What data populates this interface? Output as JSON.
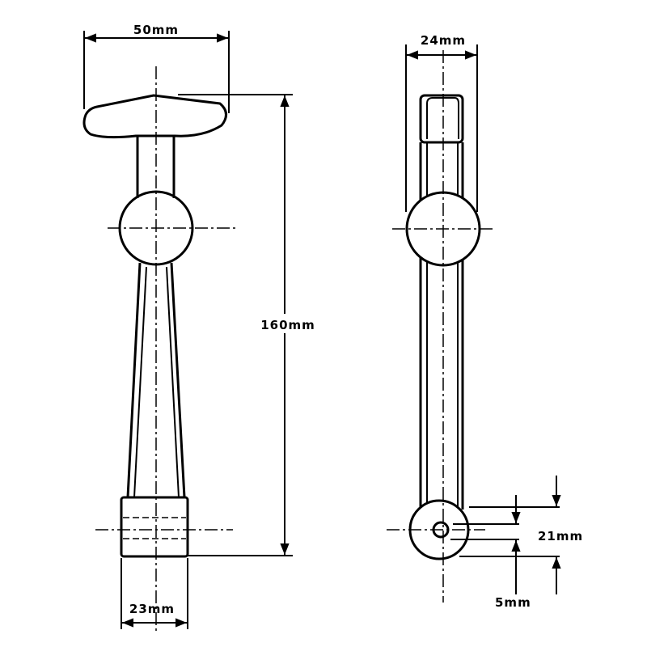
{
  "title": "T-handle rubber draw latch dimensions",
  "dimensions": {
    "handle_width": "50mm",
    "overall_length": "160mm",
    "base_width": "23mm",
    "side_width": "24mm",
    "eye_height": "21mm",
    "hole_diameter": "5mm"
  }
}
